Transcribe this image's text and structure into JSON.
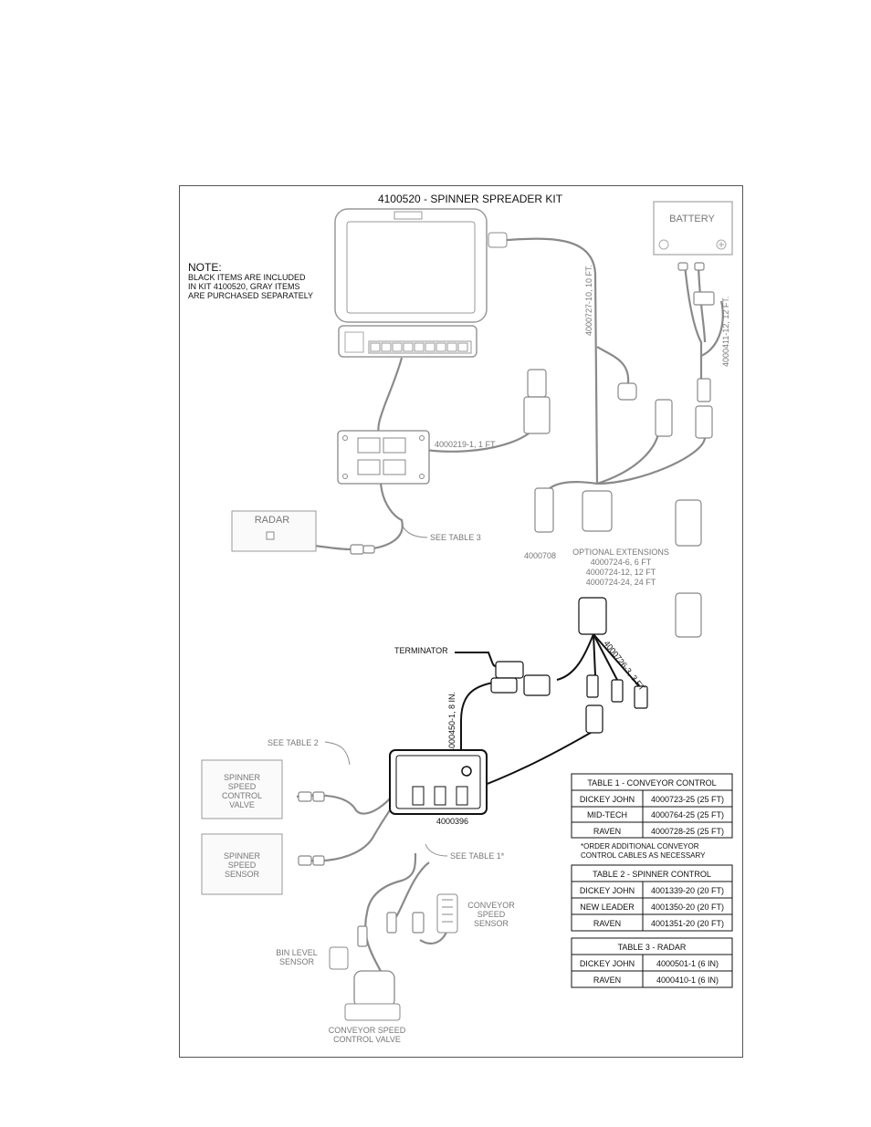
{
  "title": "4100520 - SPINNER SPREADER KIT",
  "note": {
    "heading": "NOTE:",
    "lines": [
      "BLACK ITEMS ARE INCLUDED",
      "IN KIT 4100520, GRAY ITEMS",
      "ARE PURCHASED SEPARATELY"
    ]
  },
  "labels": {
    "battery": "BATTERY",
    "cable_display": "4000727-10, 10 FT.",
    "cable_battery": "4000411-12, 12 FT.",
    "cable_aux": "4000219-1, 1 FT",
    "radar": "RADAR",
    "see_table_3": "SEE TABLE 3",
    "part_4000708": "4000708",
    "optional_extensions": "OPTIONAL EXTENSIONS",
    "ext_lines": [
      "4000724-6, 6 FT",
      "4000724-12, 12 FT",
      "4000724-24, 24 FT"
    ],
    "terminator": "TERMINATOR",
    "cable_3ft": "4000726-3, 3 FT",
    "cable_8in": "4000450-1, 8 IN.",
    "see_table_2": "SEE TABLE 2",
    "spinner_valve": [
      "SPINNER",
      "SPEED",
      "CONTROL",
      "VALVE"
    ],
    "spinner_sensor": [
      "SPINNER",
      "SPEED",
      "SENSOR"
    ],
    "module_part": "4000396",
    "see_table_1": "SEE TABLE 1*",
    "conveyor_sensor": [
      "CONVEYOR",
      "SPEED",
      "SENSOR"
    ],
    "bin_level": [
      "BIN LEVEL",
      "SENSOR"
    ],
    "conveyor_valve": [
      "CONVEYOR SPEED",
      "CONTROL VALVE"
    ]
  },
  "tables": [
    {
      "title": "TABLE 1 - CONVEYOR CONTROL",
      "rows": [
        [
          "DICKEY JOHN",
          "4000723-25 (25 FT)"
        ],
        [
          "MID-TECH",
          "4000764-25 (25 FT)"
        ],
        [
          "RAVEN",
          "4000728-25 (25 FT)"
        ]
      ],
      "footnote": [
        "*ORDER ADDITIONAL CONVEYOR",
        "CONTROL CABLES AS NECESSARY"
      ]
    },
    {
      "title": "TABLE 2 - SPINNER CONTROL",
      "rows": [
        [
          "DICKEY JOHN",
          "4001339-20 (20 FT)"
        ],
        [
          "NEW LEADER",
          "4001350-20 (20 FT)"
        ],
        [
          "RAVEN",
          "4001351-20 (20 FT)"
        ]
      ]
    },
    {
      "title": "TABLE 3 - RADAR",
      "rows": [
        [
          "DICKEY JOHN",
          "4000501-1 (6 IN)"
        ],
        [
          "RAVEN",
          "4000410-1 (6 IN)"
        ]
      ]
    }
  ]
}
